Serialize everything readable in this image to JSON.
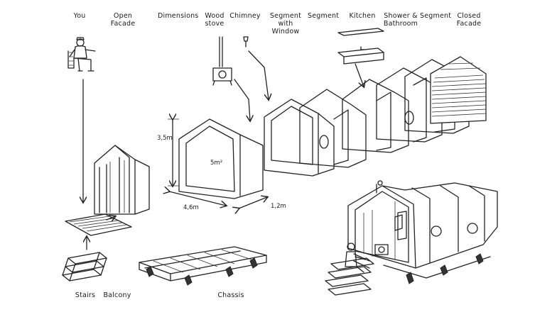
{
  "labels": {
    "you": "You",
    "open_facade": "Open\nFacade",
    "dimensions": "Dimensions",
    "wood_stove": "Wood\nstove",
    "chimney": "Chimney",
    "segment_with_window": "Segment\nwith Window",
    "segment_1": "Segment",
    "kitchen": "Kitchen",
    "shower_bathroom": "Shower &\nBathroom",
    "segment_2": "Segment",
    "closed_facade": "Closed\nFacade",
    "stairs": "Stairs",
    "balcony": "Balcony",
    "chassis": "Chassis"
  },
  "dimensions": {
    "height": "3,5m",
    "area": "5m²",
    "width": "4,6m",
    "depth": "1,2m"
  }
}
